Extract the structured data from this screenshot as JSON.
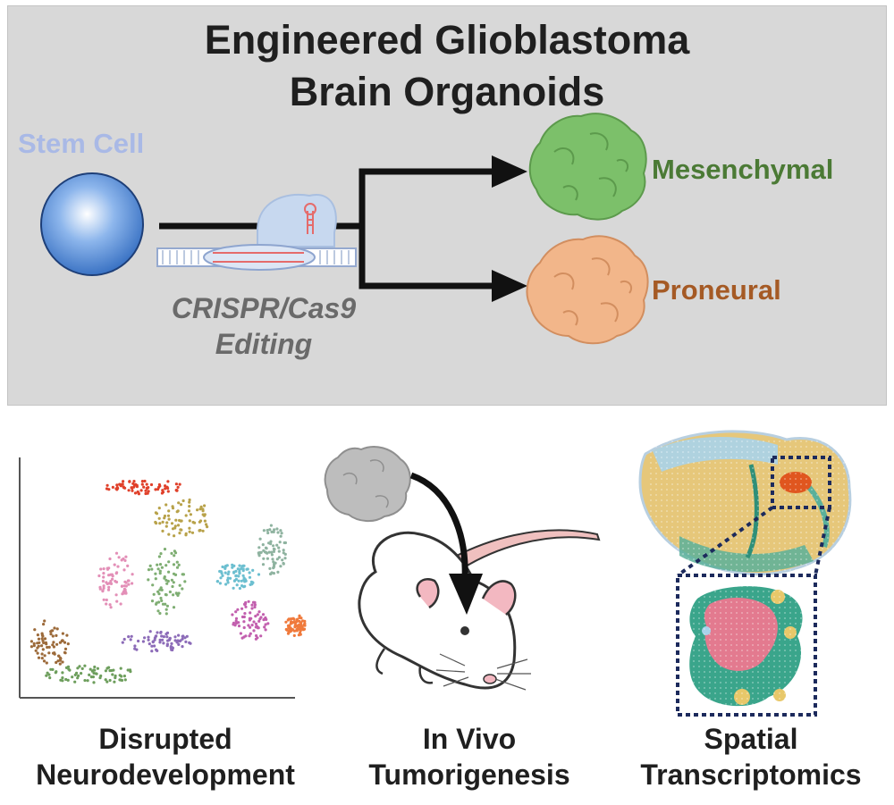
{
  "title": {
    "line1": "Engineered Glioblastoma",
    "line2": "Brain Organoids"
  },
  "stem_cell": {
    "label": "Stem Cell"
  },
  "crispr": {
    "line1": "CRISPR/Cas9",
    "line2": "Editing"
  },
  "outcomes": {
    "mesenchymal": {
      "label": "Mesenchymal",
      "color": "#7cc06a"
    },
    "proneural": {
      "label": "Proneural",
      "color": "#f2b68a"
    }
  },
  "panels": {
    "neuro": {
      "line1": "Disrupted",
      "line2": "Neurodevelopment"
    },
    "invivo": {
      "line1": "In Vivo",
      "line2": "Tumorigenesis"
    },
    "spatial": {
      "line1": "Spatial",
      "line2": "Transcriptomics"
    }
  },
  "colors": {
    "panel_bg": "#d8d8d8",
    "stem_cell": "#4f86d8",
    "arrow": "#111111",
    "umap_clusters": [
      "#e0402a",
      "#b8a24a",
      "#e38fb7",
      "#7fae73",
      "#6cbfd0",
      "#8fb3a0",
      "#8c6bb8",
      "#c25fae",
      "#f07a3c",
      "#9c6a3a",
      "#6d9e5c"
    ]
  }
}
